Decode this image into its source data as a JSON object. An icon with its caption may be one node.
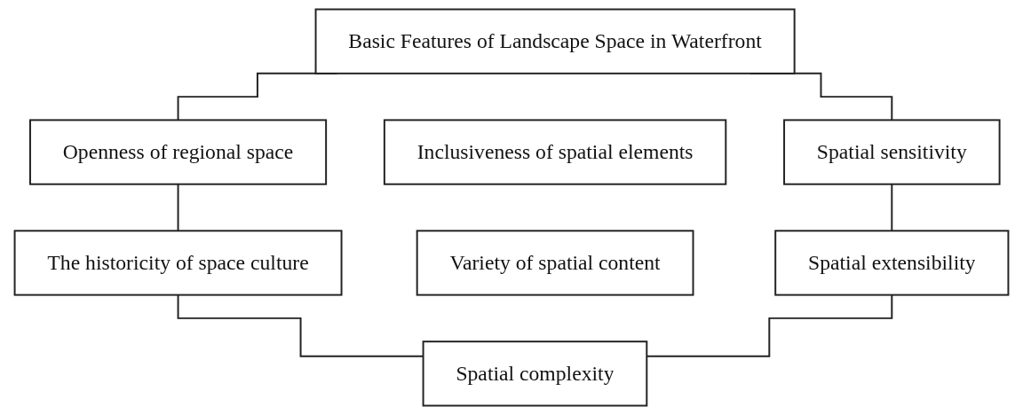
{
  "diagram": {
    "nodes": [
      {
        "text": [
          "Basic Features of Landscape Space in Waterfront"
        ]
      },
      {
        "text": [
          "Openness of regional space"
        ]
      },
      {
        "text": [
          "Inclusiveness of spatial elements"
        ]
      },
      {
        "text": [
          "Spatial sensitivity"
        ]
      },
      {
        "text": [
          "The historicity of space culture"
        ]
      },
      {
        "text": [
          "Variety of spatial content"
        ]
      },
      {
        "text": [
          "Spatial extensibility"
        ]
      },
      {
        "text": [
          "Spatial complexity"
        ]
      }
    ],
    "edges": [
      {
        "from": 0,
        "to": 1,
        "arrow": "none"
      },
      {
        "from": 0,
        "to": 3,
        "arrow": "none"
      },
      {
        "from": 1,
        "to": 4,
        "arrow": "none"
      },
      {
        "from": 3,
        "to": 6,
        "arrow": "none"
      },
      {
        "from": 4,
        "to": 7,
        "arrow": "none"
      },
      {
        "from": 6,
        "to": 7,
        "arrow": "none"
      }
    ]
  }
}
